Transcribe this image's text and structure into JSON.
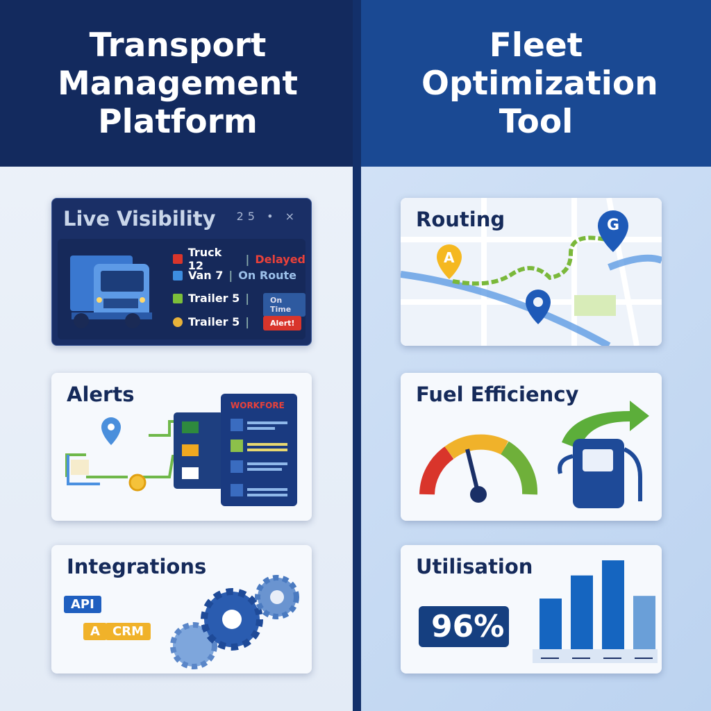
{
  "left": {
    "title": "Transport Management Platform",
    "live": {
      "title": "Live Visibility",
      "count": "25",
      "dot": "•",
      "close": "×",
      "rows": [
        {
          "name": "Truck 12",
          "status": "Delayed",
          "color": "#d9352b"
        },
        {
          "name": "Van 7",
          "status": "On Route",
          "color": "#3d8de0"
        },
        {
          "name": "Trailer 5",
          "status": "On Time",
          "color": "#7cbf3a"
        },
        {
          "name": "Trailer 5",
          "status": "Alert!",
          "color": "#e8b23a"
        }
      ]
    },
    "alerts": {
      "title": "Alerts",
      "panel_title": "WORKFORE"
    },
    "integrations": {
      "title": "Integrations",
      "api": "API",
      "a": "A",
      "crm": "CRM"
    }
  },
  "right": {
    "title": "Fleet Optimization Tool",
    "routing": {
      "title": "Routing",
      "pin_a": "A",
      "pin_g": "G"
    },
    "fuel": {
      "title": "Fuel Efficiency"
    },
    "utilisation": {
      "title": "Utilisation",
      "value": "96%",
      "bars_relative": [
        57,
        83,
        100,
        60
      ]
    }
  },
  "colors": {
    "navy": "#132a5e",
    "blue": "#1a4993",
    "bar": "#1565c0"
  }
}
